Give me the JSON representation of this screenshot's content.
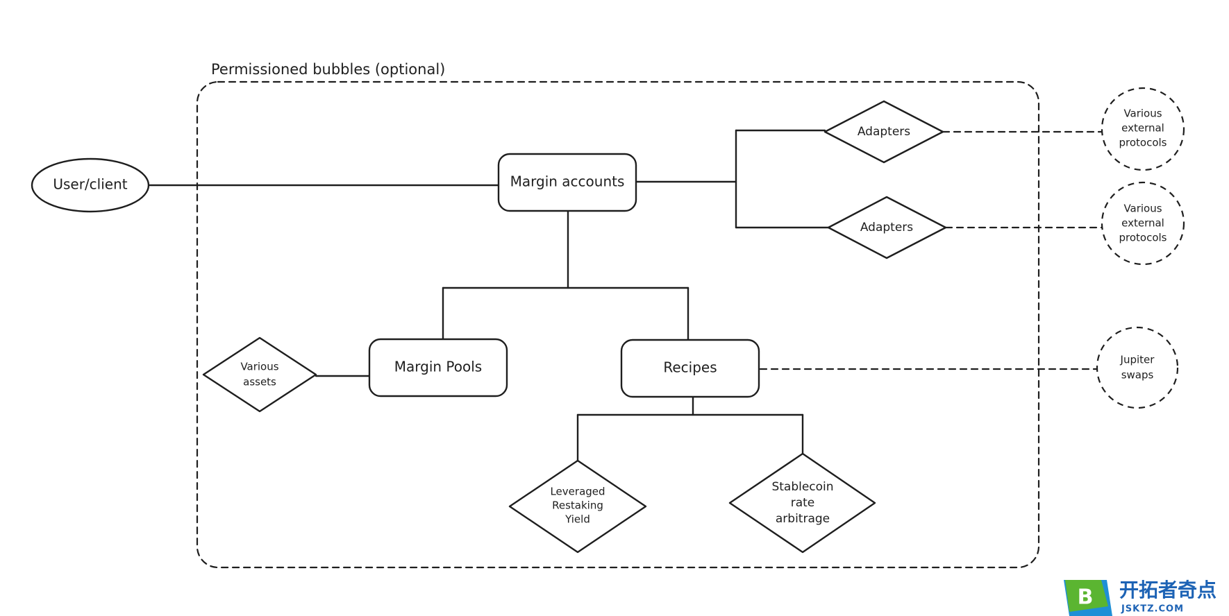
{
  "boundary": {
    "label": "Permissioned bubbles (optional)"
  },
  "nodes": {
    "user_client": "User/client",
    "margin_accounts": "Margin accounts",
    "adapters_top": "Adapters",
    "adapters_bottom": "Adapters",
    "external_top": [
      "Various",
      "external",
      "protocols"
    ],
    "external_bottom": [
      "Various",
      "external",
      "protocols"
    ],
    "margin_pools": "Margin Pools",
    "various_assets": [
      "Various",
      "assets"
    ],
    "recipes": "Recipes",
    "jupiter_swaps": [
      "Jupiter",
      "swaps"
    ],
    "leveraged_restaking_yield": [
      "Leveraged",
      "Restaking",
      "Yield"
    ],
    "stablecoin_rate_arbitrage": [
      "Stablecoin",
      "rate",
      "arbitrage"
    ]
  },
  "watermark": {
    "badge_letter": "B",
    "name": "开拓者奇点",
    "domain": "JSKTZ.COM",
    "colors": {
      "green": "#5bb531",
      "blue": "#1f8fd6",
      "text": "#1d63b5"
    }
  }
}
